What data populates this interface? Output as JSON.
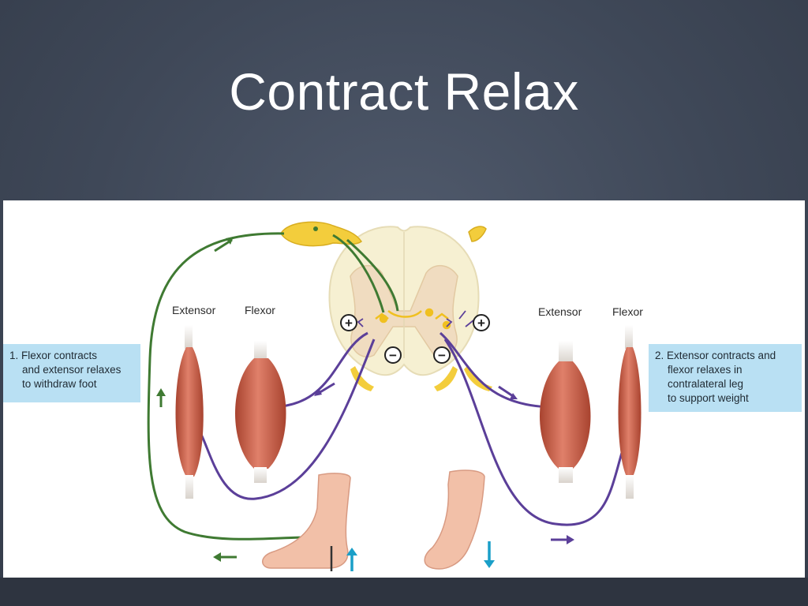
{
  "slide": {
    "title": "Contract Relax"
  },
  "labels": {
    "left_extensor": "Extensor",
    "left_flexor": "Flexor",
    "right_extensor": "Extensor",
    "right_flexor": "Flexor",
    "plus_sign": "+",
    "minus_sign": "−"
  },
  "notes": {
    "left": {
      "lines": [
        "1. Flexor contracts",
        "and extensor relaxes",
        "to withdraw foot"
      ]
    },
    "right": {
      "lines": [
        "2. Extensor contracts and",
        "flexor relaxes in",
        "contralateral leg",
        "to support weight"
      ]
    }
  },
  "colors": {
    "background": "#3f4858",
    "panel": "#ffffff",
    "note_box": "#b9e0f3",
    "sensory_neuron": "#3f7a32",
    "motor_neuron": "#5b3f99",
    "spinal_cord": "#f6f0d2",
    "grey_matter": "#f0dcc0",
    "ganglion": "#f3cd3c",
    "muscle": "#c9604a",
    "foot": "#f2c0a8",
    "arrow_teal": "#1a9fc8"
  }
}
